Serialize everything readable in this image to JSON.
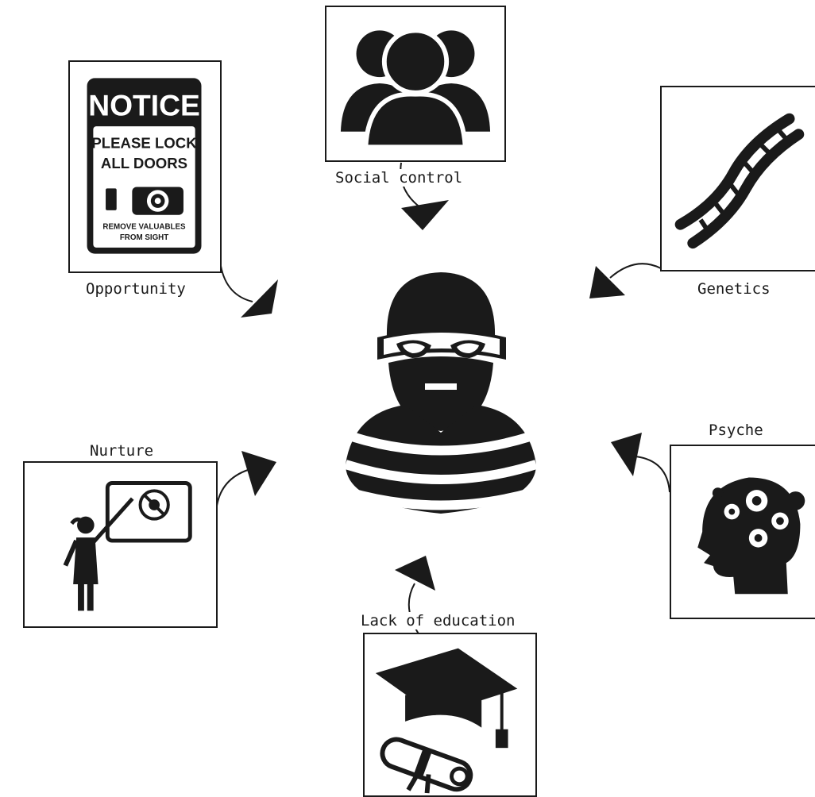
{
  "factors": {
    "opportunity": "Opportunity",
    "social_control": "Social control",
    "genetics": "Genetics",
    "nurture": "Nurture",
    "psyche": "Psyche",
    "lack_of_education": "Lack of education"
  },
  "notice_sign": {
    "title": "NOTICE",
    "line1": "PLEASE LOCK",
    "line2": "ALL DOORS",
    "line3": "REMOVE VALUABLES",
    "line4": "FROM SIGHT"
  },
  "colors": {
    "ink": "#1a1a1a",
    "background": "#ffffff"
  },
  "icons": {
    "center": "burglar-icon",
    "opportunity": "notice-sign-icon",
    "social_control": "people-group-icon",
    "genetics": "dna-helix-icon",
    "nurture": "teacher-board-icon",
    "psyche": "head-gears-icon",
    "lack_of_education": "graduation-cap-diploma-icon"
  }
}
